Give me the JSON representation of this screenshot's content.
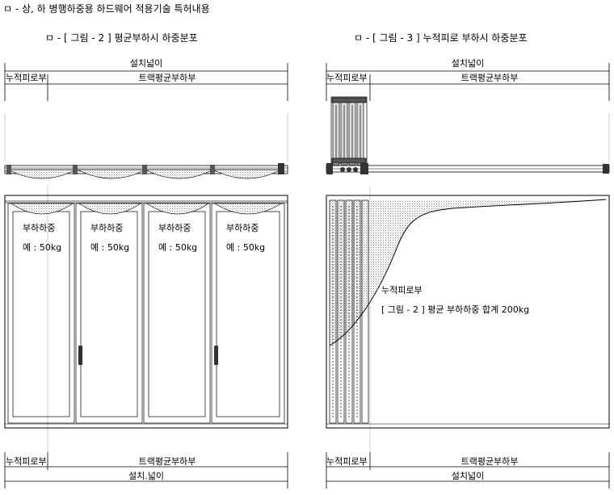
{
  "header": {
    "title": "ㅁ - 상, 하 병행하중용 하드웨어 적용기술 특허내용"
  },
  "figure2": {
    "caption": "ㅁ - [ 그림 - 2 ] 평균부하시 하중분포",
    "top_width": "설치넓이",
    "top_left": "누적피로부",
    "top_right": "트랙평균부하부",
    "panels": [
      {
        "load_label": "부하하중",
        "load_value": "예 : 50kg"
      },
      {
        "load_label": "부하하중",
        "load_value": "예 : 50kg"
      },
      {
        "load_label": "부하하중",
        "load_value": "예 : 50kg"
      },
      {
        "load_label": "부하하중",
        "load_value": "예 : 50kg"
      }
    ],
    "bottom_left": "누적피로부",
    "bottom_right": "트랙평균부하부",
    "bottom_width": "설치.넓이"
  },
  "figure3": {
    "caption": "ㅁ - [ 그림 - 3 ] 누적피로 부하시 하중분포",
    "top_width": "설치넓이",
    "top_left": "누적피로부",
    "top_right": "트랙평균부하부",
    "annot_title": "누적피로부",
    "annot_text": "[ 그림 - 2 ] 평균 부하하중 합계 200kg",
    "bottom_left": "누적피로부",
    "bottom_right": "트랙평균부하부",
    "bottom_width": "설치넓이"
  }
}
